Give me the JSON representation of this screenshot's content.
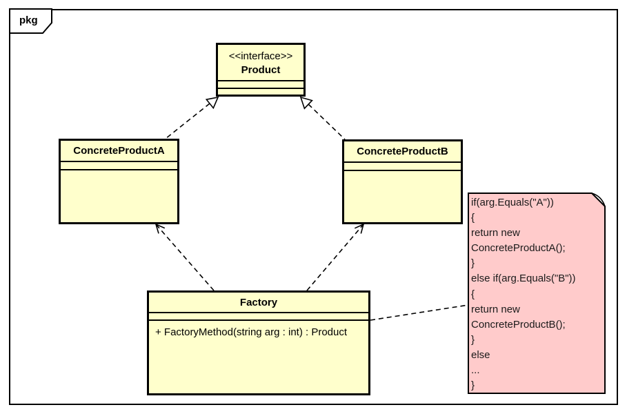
{
  "frame": {
    "label": "pkg"
  },
  "colors": {
    "class_fill": "#FFFFCC",
    "note_fill": "#FFCBCB",
    "border": "#000000",
    "background": "#FFFFFF"
  },
  "classes": {
    "product": {
      "stereotype": "<<interface>>",
      "name": "Product"
    },
    "concrete_a": {
      "name": "ConcreteProductA"
    },
    "concrete_b": {
      "name": "ConcreteProductB"
    },
    "factory": {
      "name": "Factory",
      "method": "+ FactoryMethod(string arg : int) : Product"
    }
  },
  "note": {
    "lines": [
      "if(arg.Equals(\"A\"))",
      "{",
      "return new",
      "ConcreteProductA();",
      "}",
      "else if(arg.Equals(\"B\"))",
      "{",
      "return new",
      "ConcreteProductB();",
      "}",
      "else",
      "...",
      "}"
    ]
  },
  "connectors": [
    {
      "type": "realization",
      "from": "ConcreteProductA",
      "to": "Product",
      "style": "dashed-hollow-triangle"
    },
    {
      "type": "realization",
      "from": "ConcreteProductB",
      "to": "Product",
      "style": "dashed-hollow-triangle"
    },
    {
      "type": "dependency",
      "from": "Factory",
      "to": "ConcreteProductA",
      "style": "dashed-open-arrow"
    },
    {
      "type": "dependency",
      "from": "Factory",
      "to": "ConcreteProductB",
      "style": "dashed-open-arrow"
    },
    {
      "type": "note-anchor",
      "from": "Factory",
      "to": "code-note",
      "style": "dashed"
    }
  ]
}
